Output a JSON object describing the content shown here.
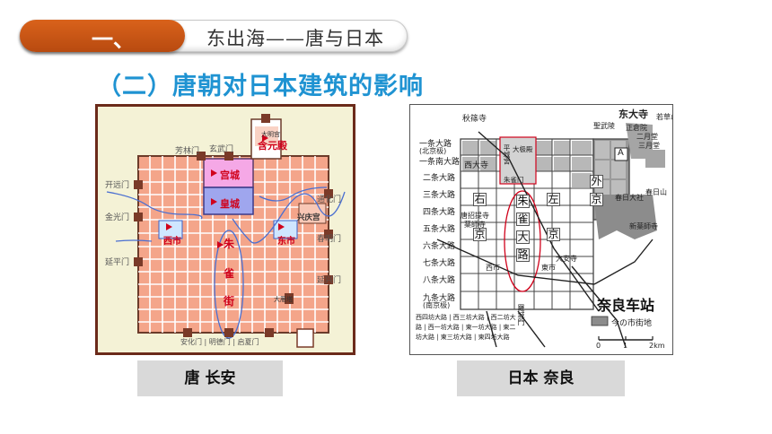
{
  "banner": {
    "number": "一、",
    "title": "东出海——唐与日本"
  },
  "section_title": "（二）唐朝对日本建筑的影响",
  "left_map": {
    "labels": {
      "daminggong": "大明宫",
      "hanyuandian": "含元殿",
      "fanglin": "芳林门",
      "xuanwu": "玄武门",
      "gongcheng": "宫城",
      "huangcheng": "皇城",
      "kaiyuan": "开远门",
      "jinguang": "金光门",
      "yanping": "延平门",
      "tonghua": "通化门",
      "xingqing": "兴庆宫",
      "chunming": "春明门",
      "yanxing": "延兴门",
      "xishi": "西市",
      "dongshi": "东市",
      "zhu": "朱",
      "que": "雀",
      "jie": "街",
      "dayanta": "大雁塔",
      "bottom_gates": "安化门 | 明德门 | 启夏门"
    }
  },
  "right_map": {
    "labels": {
      "akishino": "秋篠寺",
      "ichijo": "一条大路",
      "hokke": "(北京极)",
      "ichijo_s": "一条南大路",
      "nijo": "二条大路",
      "sanjo": "三条大路",
      "shijo": "四条大路",
      "gojo": "五条大路",
      "rokujo": "六条大路",
      "shichijo": "七条大路",
      "hachijo": "八条大路",
      "kujo": "九条大路",
      "nankyo": "(南京极)",
      "saidaiji": "西大寺",
      "heijo": "平城宮",
      "daigokuden": "大极殿",
      "suzaku_small": "朱雀门",
      "ukyo_u": "右",
      "ukyo_kyo": "京",
      "sakyo_sa": "左",
      "sakyo_kyo": "京",
      "gekyo_ge": "外",
      "gekyo_kyo": "京",
      "shu": "朱",
      "jaku": "雀",
      "dai": "大",
      "ro": "路",
      "todaiji": "东大寺",
      "shogoin": "正倉院",
      "nigatsudo": "二月堂",
      "sangatsudo": "三月堂",
      "kasuga": "春日大社",
      "kasugayama": "春日山",
      "wakakusa": "若草山",
      "shinyakushiji": "新薬師寺",
      "toshodaiji": "唐招提寺",
      "yakushiji": "薬師寺",
      "daianji": "大安寺",
      "ichi_w": "西市",
      "ichi_e": "東市",
      "rajomon": "羅城門",
      "station": "奈良车站",
      "legend": "今の市街地",
      "scale0": "0",
      "scale1": "1",
      "scale2": "2km",
      "a_mark": "A",
      "shouraku": "聖武陵",
      "bottom_roads": "西四坊大路 | 西三坊大路 | 西二坊大路 | 西一坊大路 | 東一坊大路 | 東二坊大路 | 東三坊大路 | 東四坊大路"
    }
  },
  "captions": {
    "left": "唐 长安",
    "right": "日本 奈良"
  },
  "colors": {
    "banner_orange": "#c9531a",
    "title_blue": "#1f93d2",
    "chang_an_grid": "#f4a58a",
    "palace_pink": "#f5a8e6",
    "imperial_blue": "#9fa6ee",
    "nara_grid": "#9a9a9a",
    "caption_gray": "#d9d9d9"
  }
}
